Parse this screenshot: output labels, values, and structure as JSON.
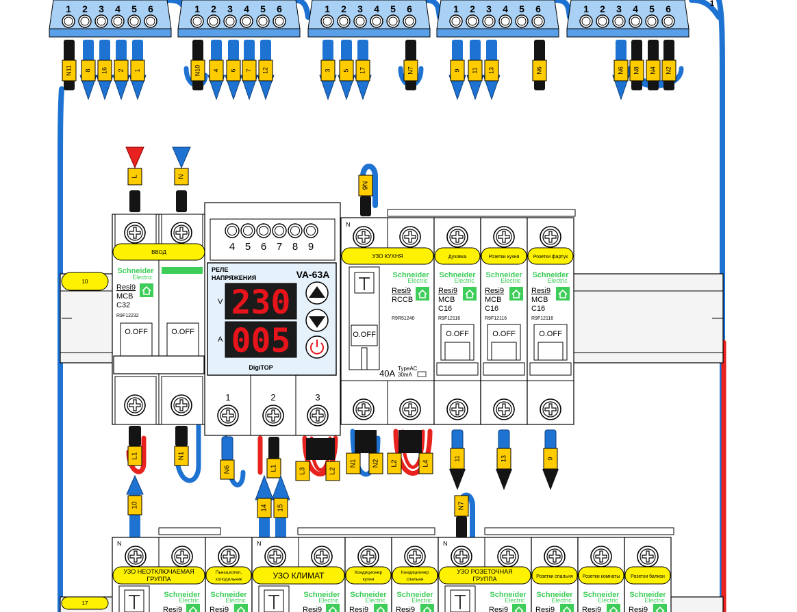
{
  "terminal_blocks": [
    {
      "id": "tb1",
      "pins": [
        "1",
        "2",
        "3",
        "4",
        "5",
        "6"
      ],
      "tags": [
        "N11",
        "8",
        "16",
        "2",
        "1"
      ]
    },
    {
      "id": "tb2",
      "pins": [
        "1",
        "2",
        "3",
        "4",
        "5",
        "6"
      ],
      "tags": [
        "N10",
        "4",
        "6",
        "7",
        "12"
      ]
    },
    {
      "id": "tb3",
      "pins": [
        "1",
        "2",
        "3",
        "4",
        "5",
        "6"
      ],
      "tags": [
        "3",
        "5",
        "17",
        "N7"
      ]
    },
    {
      "id": "tb4",
      "pins": [
        "1",
        "2",
        "3",
        "4",
        "5",
        "6"
      ],
      "tags": [
        "9",
        "11",
        "13",
        "N6"
      ]
    },
    {
      "id": "tb5",
      "pins": [
        "1",
        "2",
        "3",
        "4",
        "5",
        "6"
      ],
      "tags": [
        "N6",
        "N8",
        "N4",
        "N2"
      ]
    }
  ],
  "corner_marker": "1",
  "input_tags": {
    "line": "L",
    "neutral": "N"
  },
  "din_rail_tags": {
    "upper": "10",
    "lower": "17"
  },
  "main_breaker": {
    "label": "ВВОД",
    "brand_line1": "Schneider",
    "brand_line2": "Electric",
    "series": "Resi9",
    "type": "MCB",
    "rating": "C32",
    "article": "R9F12232",
    "switch_left": "O.OFF",
    "switch_right": "O.OFF",
    "out_tags": [
      "L1",
      "N1"
    ]
  },
  "voltage_relay": {
    "title_line1": "РЕЛЕ",
    "title_line2": "НАПРЯЖЕНИЯ",
    "model": "VA-63A",
    "brand": "DigiTOP",
    "top_terminals": [
      "4",
      "5",
      "6",
      "7",
      "8",
      "9"
    ],
    "voltage_unit": "V",
    "current_unit": "A",
    "voltage_value": "230",
    "current_value": "005",
    "bottom_terminals": [
      "1",
      "2",
      "3"
    ],
    "bottom_tags": [
      "N6",
      "L1",
      "L3",
      "L2"
    ]
  },
  "rcd_kitchen": {
    "label": "УЗО КУХНЯ",
    "neutral_mark": "N",
    "brand_line1": "Schneider",
    "brand_line2": "Electric",
    "series": "Resi9",
    "type": "RCCB",
    "article": "R9R51240",
    "switch": "O.OFF",
    "rating": "40A",
    "spec_line1": "TypeAC",
    "spec_line2": "30mA",
    "top_tag": "9N",
    "bottom_tags": [
      "N1",
      "N2",
      "L2",
      "L4"
    ]
  },
  "kitchen_breakers": [
    {
      "label": "Духовка",
      "series": "Resi9",
      "type": "MCB",
      "rating": "C16",
      "article": "R9F12116",
      "switch": "O.OFF",
      "tag": "11"
    },
    {
      "label": "Розетки кухня",
      "series": "Resi9",
      "type": "MCB",
      "rating": "C16",
      "article": "R9F12116",
      "switch": "O.OFF",
      "tag": "13"
    },
    {
      "label": "Розетки фартук",
      "series": "Resi9",
      "type": "MCB",
      "rating": "C16",
      "article": "R9F12116",
      "switch": "O.OFF",
      "tag": "9"
    }
  ],
  "brand": {
    "line1": "Schneider",
    "line2": "Electric",
    "series": "Resi9"
  },
  "bottom_row_labels": [
    "УЗО НЕОТКЛЮЧАЕМАЯ ГРУППА",
    "Пьеза,котел, холодильник",
    "УЗО КЛИМАТ",
    "Кондиционер кухня",
    "Кондиционер спальня",
    "УЗО РОЗЕТОЧНАЯ ГРУППА",
    "Розетки спальня",
    "Розетки комнаты",
    "Розетки балкон"
  ],
  "bottom_row_n_marks": [
    "N",
    "N",
    "N"
  ],
  "bottom_row_in_tags": [
    "10",
    "14",
    "15",
    "N7"
  ],
  "colors": {
    "blue": "#1e73d2",
    "red": "#e8231f",
    "black": "#141414",
    "tag_yellow": "#ffcc00",
    "label_yellow": "#fff200",
    "schneider_green": "#3dcd58",
    "display_red": "#e8141b"
  }
}
